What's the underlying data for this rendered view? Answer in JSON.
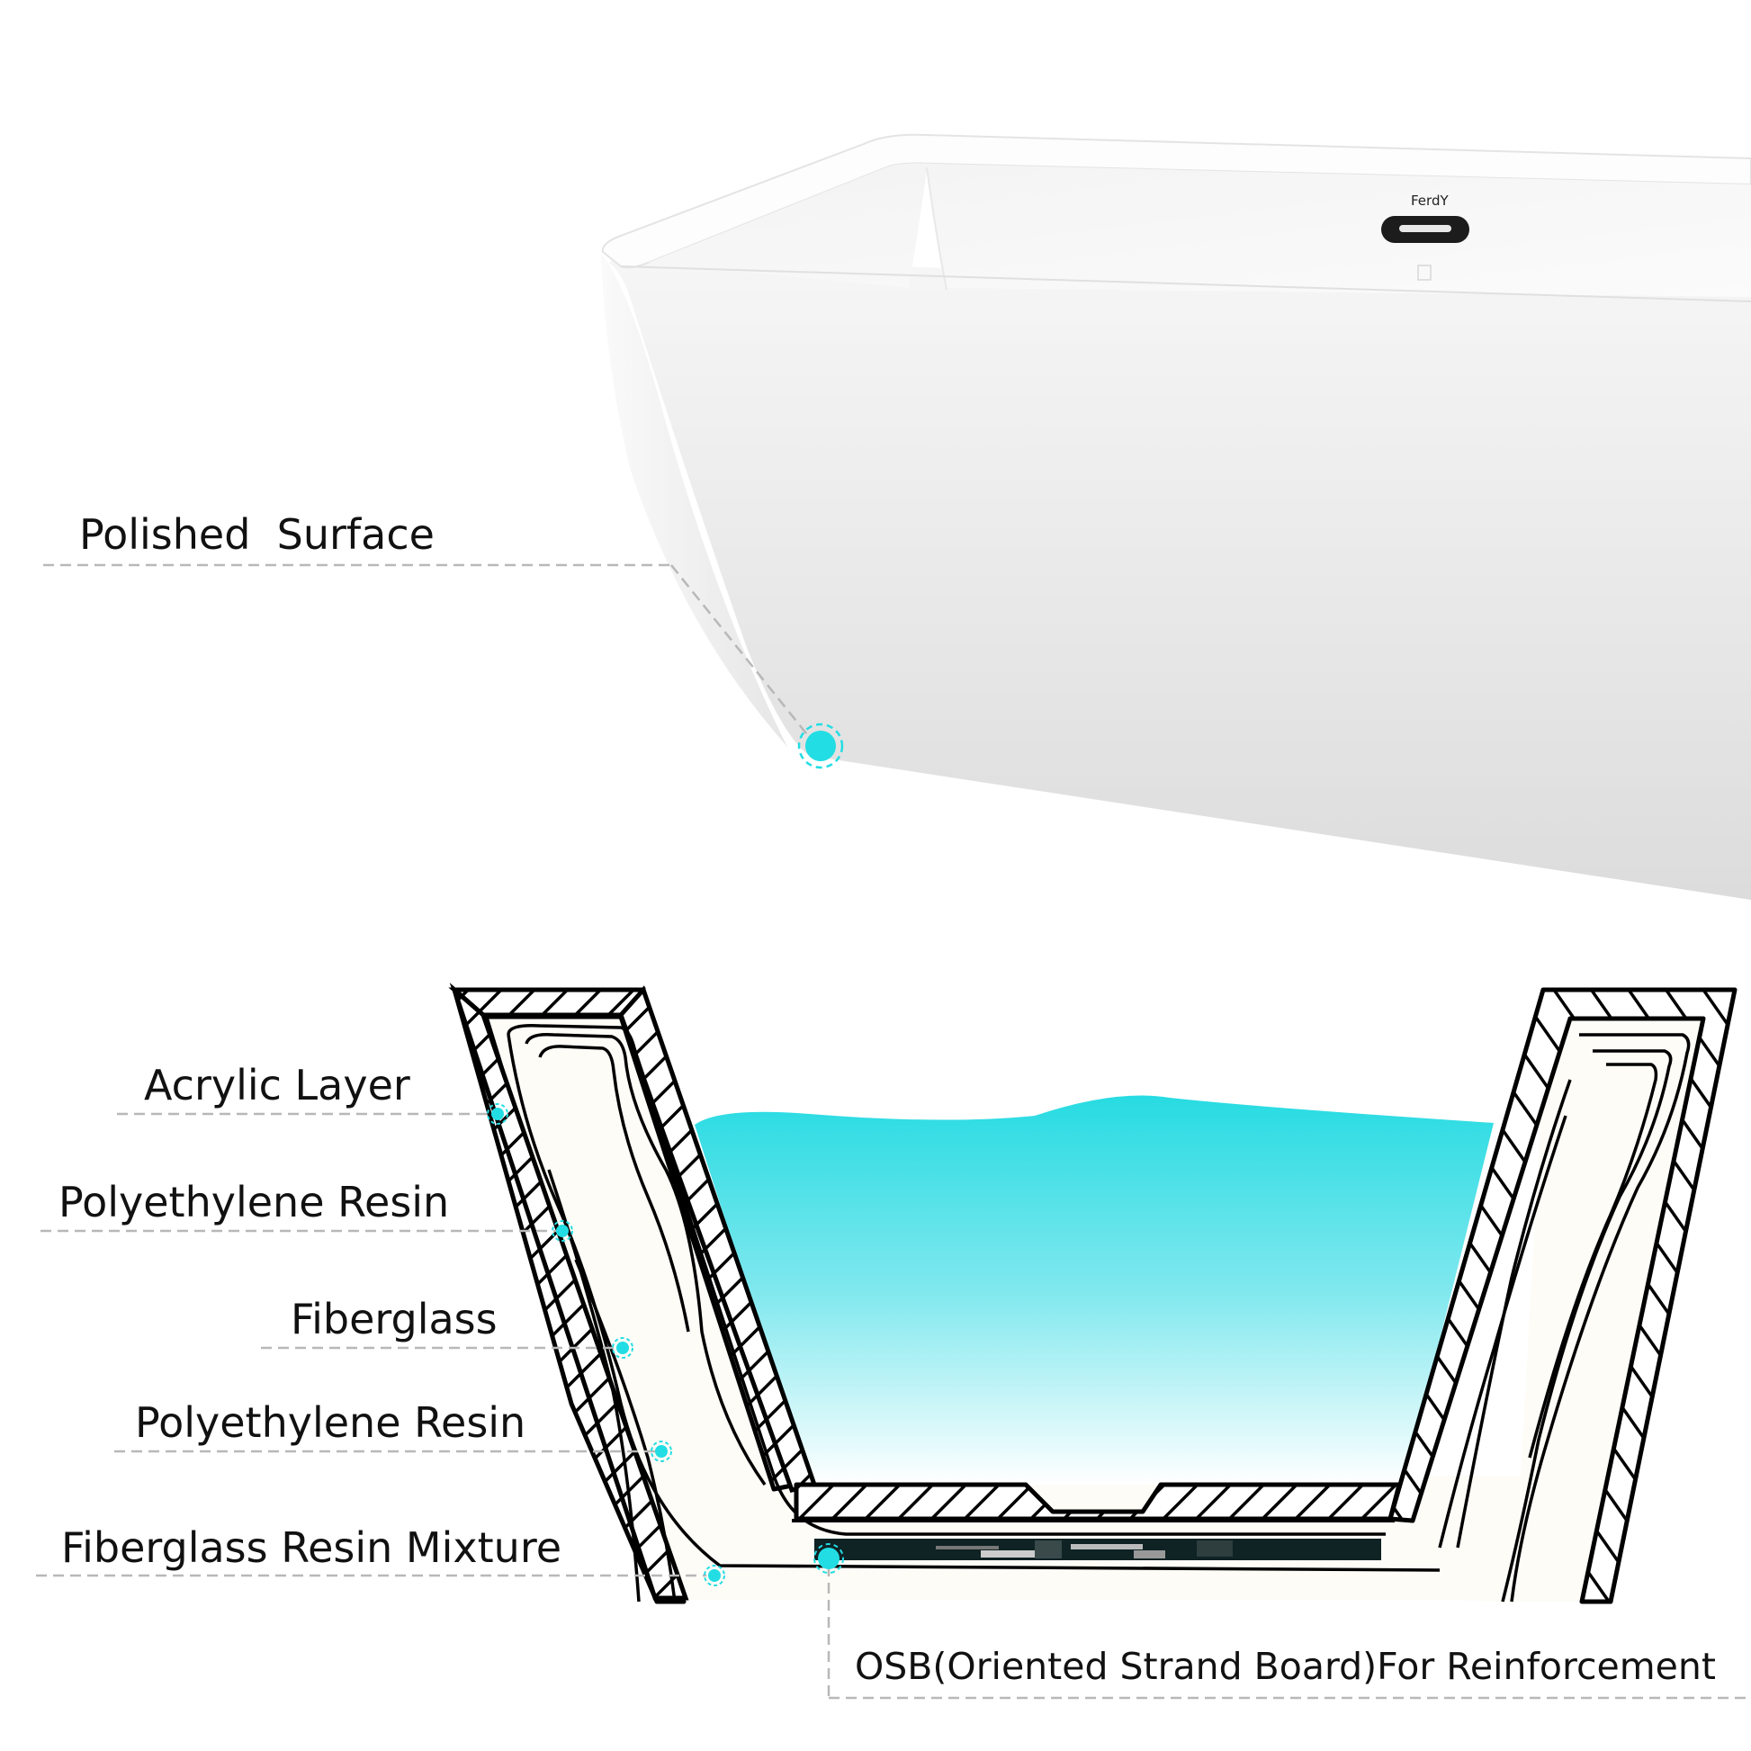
{
  "product": {
    "brand": "FerdY",
    "icon_names": [
      "overflow-drain-icon",
      "certification-mark-icon"
    ]
  },
  "callouts": {
    "polished_surface": "Polished  Surface",
    "layers": [
      "Acrylic Layer",
      "Polyethylene Resin",
      "Fiberglass",
      "Polyethylene Resin",
      "Fiberglass Resin Mixture"
    ],
    "osb": "OSB(Oriented Strand Board)For Reinforcement"
  },
  "colors": {
    "accent": "#22dde3",
    "water_top": "#27dbe2",
    "water_bottom": "#ffffff",
    "tub_body": "#e2e2e2",
    "cross_section_fill": "#fdfcf7",
    "osb_board": "#0f2224",
    "leader_line": "#b8b8b8"
  }
}
